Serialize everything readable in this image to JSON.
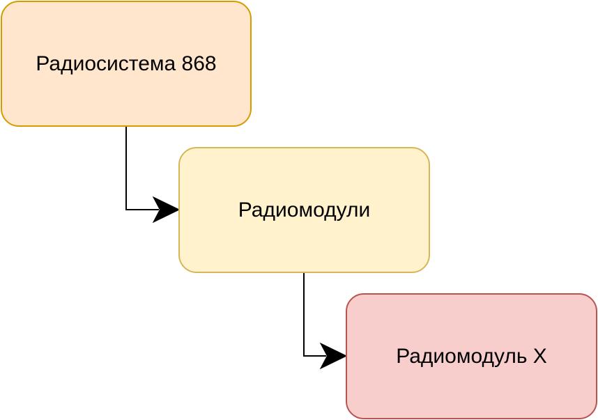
{
  "nodes": [
    {
      "label": "Радиосистема 868",
      "fill": "#ffe6cc",
      "stroke": "#d79b00"
    },
    {
      "label": "Радиомодули",
      "fill": "#fff2cc",
      "stroke": "#d6b656"
    },
    {
      "label": "Радиомодуль X",
      "fill": "#f8cecc",
      "stroke": "#b85450"
    }
  ],
  "edges": [
    {
      "from": "Радиосистема 868",
      "to": "Радиомодули"
    },
    {
      "from": "Радиомодули",
      "to": "Радиомодуль X"
    }
  ],
  "connector_color": "#000000"
}
